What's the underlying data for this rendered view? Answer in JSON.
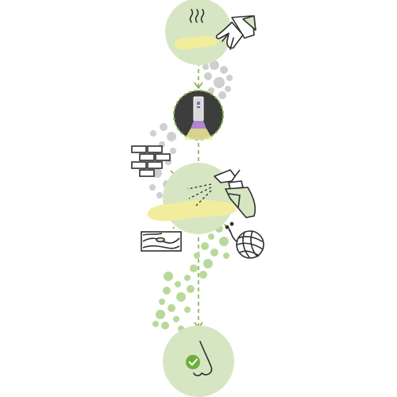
{
  "diagram": {
    "description_labels": [],
    "steps": [
      {
        "id": "detect-odor",
        "icon": "odor-hand-icon"
      },
      {
        "id": "inspect-uv",
        "icon": "uv-flashlight-icon"
      },
      {
        "id": "spray-clean",
        "icon": "spray-bottle-icon"
      },
      {
        "id": "odor-free",
        "icon": "nose-check-icon"
      }
    ],
    "side_items": [
      {
        "id": "brick-wall",
        "icon": "brick-wall-icon"
      },
      {
        "id": "wood-floor",
        "icon": "wood-floor-icon"
      },
      {
        "id": "yarn-ball",
        "icon": "yarn-ball-icon"
      }
    ],
    "colors": {
      "circle_fill": "#d6e6c3",
      "arrow": "#7fb24a",
      "stain": "#f2ed9c",
      "grey_dot": "#cfcfcf",
      "green_dot": "#b9d99a",
      "ink": "#2f2f2f",
      "dark_circle": "#3d3d3d",
      "check": "#6fae3a"
    }
  }
}
